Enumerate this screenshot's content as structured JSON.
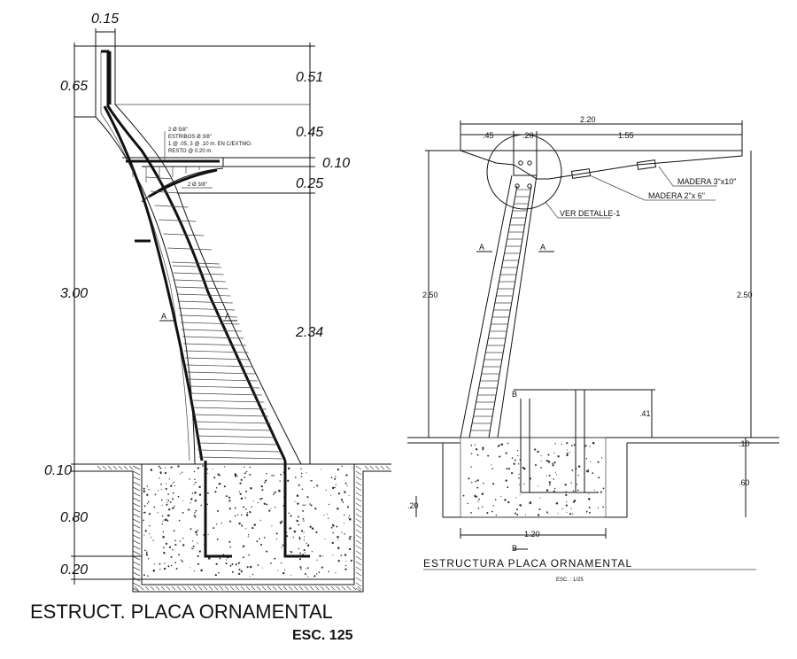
{
  "left": {
    "dims": {
      "top_width": "0.15",
      "h_065": "0.65",
      "h_051": "0.51",
      "h_045": "0.45",
      "h_010": "0.10",
      "h_025": "0.25",
      "h_300": "3.00",
      "h_234": "2.34",
      "b_010": "0.10",
      "b_080": "0.80",
      "b_020": "0.20"
    },
    "notes": {
      "line1": "2 Ø 5/8\"",
      "line2": "ESTRIBOS Ø 3/8\"",
      "line3": "1 @ .05, 3 @ .10 m. EN C/EXTMO.",
      "line4": "RESTO @ 0.20 m.",
      "bar": "2 Ø 3/8\""
    },
    "section_mark": "A",
    "title": "ESTRUCT. PLACA ORNAMENTAL",
    "scale": "ESC. 125"
  },
  "right": {
    "dims": {
      "total": "2.20",
      "d045": ".45",
      "d020": ".20",
      "d155": "1.55",
      "h250_left": "2.50",
      "h250_right": "2.50",
      "d041": ".41",
      "d010": ".10",
      "d060": ".60",
      "d020b": ".20",
      "w120": "1.20"
    },
    "labels": {
      "madera1": "MADERA 3\"x10\"",
      "madera2": "MADERA 2\"x 6\"",
      "detalle": "VER DETALLE-1"
    },
    "section_a": "A",
    "section_b": "B",
    "title": "ESTRUCTURA PLACA ORNAMENTAL",
    "scale": "ESC. : 1/25"
  }
}
